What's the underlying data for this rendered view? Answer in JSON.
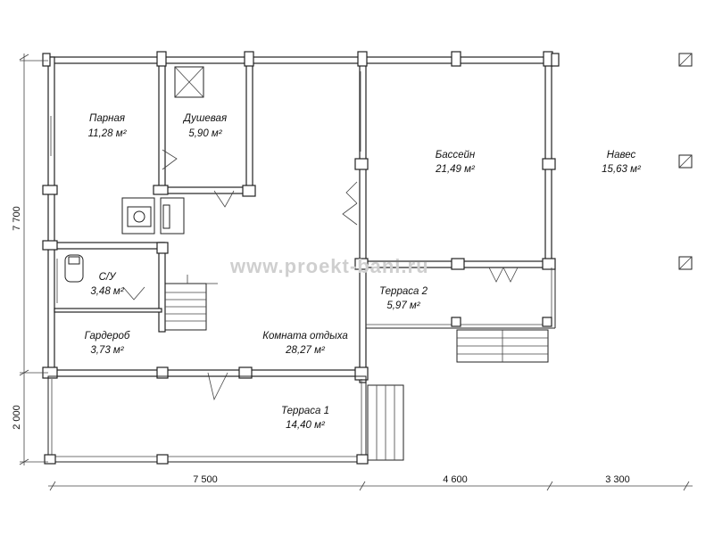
{
  "watermark": "www.proekt-bani.ru",
  "rooms": {
    "steam": {
      "name": "Парная",
      "area": "11,28 м²"
    },
    "shower": {
      "name": "Душевая",
      "area": "5,90 м²"
    },
    "pool": {
      "name": "Бассейн",
      "area": "21,49 м²"
    },
    "canopy": {
      "name": "Навес",
      "area": "15,63 м²"
    },
    "wc": {
      "name": "С/У",
      "area": "3,48 м²"
    },
    "terrace2": {
      "name": "Терраса 2",
      "area": "5,97 м²"
    },
    "wardrobe": {
      "name": "Гардероб",
      "area": "3,73 м²"
    },
    "lounge": {
      "name": "Комната отдыха",
      "area": "28,27 м²"
    },
    "terrace1": {
      "name": "Терраса 1",
      "area": "14,40 м²"
    }
  },
  "dimensions": {
    "left_top": "7 700",
    "left_bottom": "2 000",
    "bottom_1": "7 500",
    "bottom_2": "4 600",
    "bottom_3": "3 300"
  }
}
